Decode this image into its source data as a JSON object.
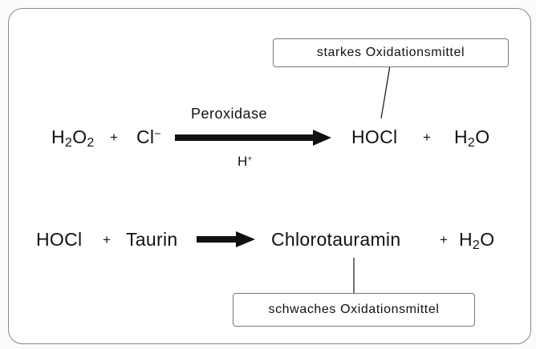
{
  "reaction1": {
    "reactant1": {
      "base": "H",
      "sub1": "2",
      "mid": "O",
      "sub2": "2"
    },
    "plus1": "+",
    "reactant2": {
      "base": "Cl",
      "sup": "−"
    },
    "enzyme": "Peroxidase",
    "condition": {
      "base": "H",
      "sup": "+"
    },
    "product1": "HOCl",
    "plus2": "+",
    "product2": {
      "base": "H",
      "sub": "2",
      "tail": "O"
    },
    "note": "starkes Oxidationsmittel"
  },
  "reaction2": {
    "reactant1": "HOCl",
    "plus1": "+",
    "reactant2": "Taurin",
    "product1": "Chlorotauramin",
    "plus2": "+",
    "product2": {
      "base": "H",
      "sub": "2",
      "tail": "O"
    },
    "note": "schwaches Oxidationsmittel"
  },
  "colors": {
    "ink": "#111111",
    "border": "#8a8a8a"
  }
}
